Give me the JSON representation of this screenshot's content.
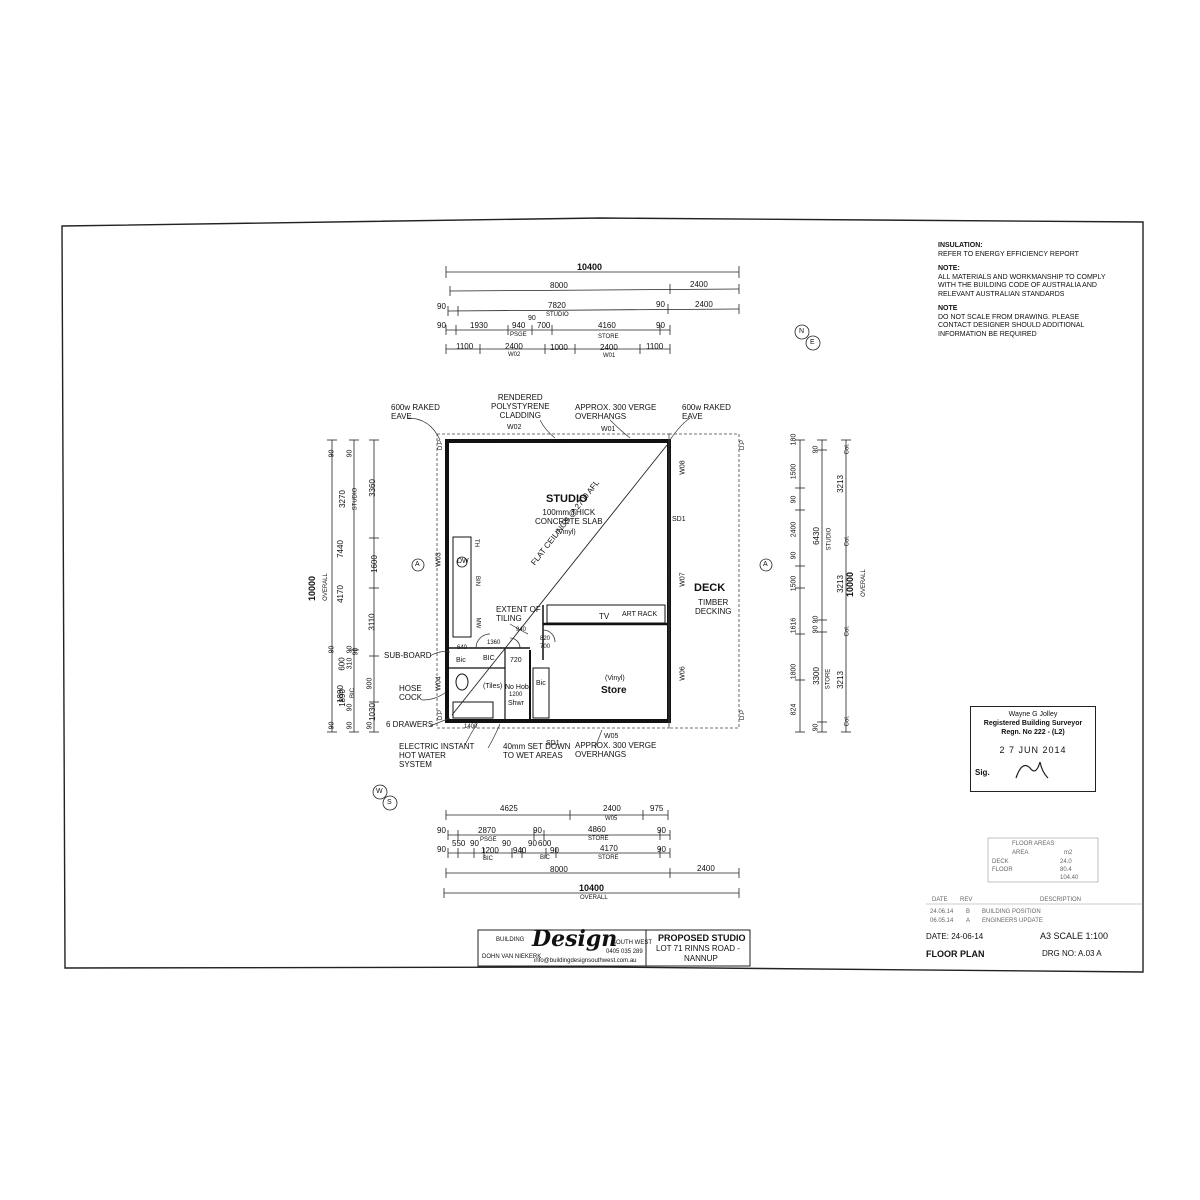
{
  "notes": {
    "insulation_heading": "INSULATION:",
    "insulation_text": "REFER TO ENERGY EFFICIENCY REPORT",
    "note1_heading": "NOTE:",
    "note1_text": "ALL MATERIALS AND WORKMANSHIP TO COMPLY WITH THE BUILDING CODE OF AUSTRALIA AND RELEVANT AUSTRALIAN STANDARDS",
    "note2_heading": "NOTE",
    "note2_text": "DO NOT SCALE FROM DRAWING. PLEASE CONTACT DESIGNER SHOULD ADDITIONAL INFORMATION BE REQUIRED"
  },
  "top_dims": {
    "overall": "10400",
    "row1": [
      "8000",
      "2400"
    ],
    "row2": [
      "90",
      "7820",
      "90",
      "2400"
    ],
    "row2_sub": "STUDIO",
    "row3": [
      "90",
      "1930",
      "90",
      "940",
      "700",
      "4160",
      "90"
    ],
    "row3_sub": [
      "PSGE",
      "STORE"
    ],
    "row4": [
      "1100",
      "2400",
      "1000",
      "2400",
      "1100"
    ],
    "row4_sub": [
      "W02",
      "W01"
    ]
  },
  "bottom_dims": {
    "row1": [
      "4625",
      "2400",
      "975"
    ],
    "row1_sub": "W05",
    "row2": [
      "90",
      "2870",
      "90",
      "4860",
      "90"
    ],
    "row2_sub": [
      "PSGE",
      "STORE"
    ],
    "row3": [
      "90",
      "550",
      "90",
      "1200",
      "90",
      "940",
      "90",
      "600",
      "90",
      "4170",
      "90"
    ],
    "row3_sub": [
      "BIC",
      "BIC",
      "STORE"
    ],
    "row4": [
      "8000",
      "2400"
    ],
    "overall": "10400",
    "overall_sub": "OVERALL"
  },
  "left_dims": {
    "overall": "10000",
    "overall_sub": "OVERALL",
    "col2": [
      "7440",
      "4170",
      "1890"
    ],
    "col3": [
      "3270",
      "1600",
      "600",
      "1890",
      "1030"
    ],
    "col3_sub": [
      "STUDIO",
      "BIC"
    ],
    "col4": [
      "3360",
      "3110"
    ],
    "small": [
      "90",
      "90",
      "90",
      "90",
      "90",
      "90",
      "310",
      "90",
      "90",
      "90",
      "900"
    ]
  },
  "right_dims": {
    "overall": "10000",
    "overall_sub": "OVERALL",
    "col1": [
      "180",
      "1500",
      "90",
      "2400",
      "90",
      "1500",
      "1616",
      "1800",
      "824"
    ],
    "col2": [
      "90",
      "90",
      "6430",
      "90",
      "90",
      "3300"
    ],
    "col2_sub": [
      "STUDIO",
      "STORE"
    ],
    "col3": [
      "3213",
      "3213",
      "3213"
    ],
    "col4": [
      "Col.",
      "Col.",
      "Col.",
      "Col."
    ]
  },
  "labels": {
    "eave_left": "600w RAKED\nEAVE",
    "eave_right": "600w RAKED\nEAVE",
    "cladding": "RENDERED\nPOLYSTYRENE\nCLADDING",
    "verge_top": "APPROX. 300 VERGE\nOVERHANGS",
    "verge_bottom": "APPROX. 300 VERGE\nOVERHANGS",
    "sub_board": "SUB-BOARD",
    "hose_cock": "HOSE\nCOCK",
    "drawers": "6 DRAWERS",
    "hot_water": "ELECTRIC INSTANT\nHOT WATER\nSYSTEM",
    "set_down": "40mm SET DOWN\nTO WET AREAS",
    "studio_title": "STUDIO",
    "studio_slab": "100mm THICK\nCONCRETE SLAB",
    "studio_vinyl": "(Vinyl)",
    "ceiling": "FLAT CEILINGS @ 2700 AFL",
    "tiling": "EXTENT OF\nTILING",
    "tv": "TV",
    "art_rack": "ART RACK",
    "store_vinyl": "(Vinyl)",
    "store_title": "Store",
    "deck_title": "DECK",
    "deck_sub": "TIMBER\nDECKING",
    "tiles": "(Tiles)",
    "no_hob": "No Hob",
    "shwr": "Shwr",
    "dim_1200": "1200",
    "dim_1400": "1400",
    "dim_940": "940",
    "dim_820": "820",
    "dim_700": "700",
    "dim_1360": "1360",
    "dim_720": "720",
    "dim_640": "640",
    "bic1": "Bic",
    "bic2": "BIC",
    "bic3": "Bic",
    "dw": "DW",
    "bin": "BIN",
    "th": "TH",
    "mw": "MW",
    "w01": "W01",
    "w02": "W02",
    "w03": "W03",
    "w04": "W04",
    "w05": "W05",
    "w06": "W06",
    "w07": "W07",
    "w08": "W08",
    "sd1a": "SD1",
    "sd1b": "SD1",
    "section_a": "A",
    "dp": "D.P",
    "compass_ne_n": "N",
    "compass_ne_e": "E",
    "compass_ws_w": "W",
    "compass_ws_s": "S"
  },
  "title_block": {
    "building": "BUILDING",
    "brand": "Design",
    "south_west": "SOUTH WEST",
    "designer": "DOHN VAN NIEKERK",
    "phone": "0405 035 289",
    "email": "info@buildingdesignsouthwest.com.au",
    "project": "PROPOSED STUDIO",
    "address": "LOT 71 RINNS ROAD -",
    "town": "NANNUP"
  },
  "stamp": {
    "name": "Wayne G Jolley",
    "title": "Registered Building Surveyor",
    "reg": "Regn. No 222 - (L2)",
    "date": "2 7 JUN 2014",
    "sig_label": "Sig."
  },
  "floor_areas": {
    "title": "FLOOR AREAS",
    "header": [
      "AREA",
      "m2"
    ],
    "rows": [
      [
        "DECK",
        "24.0"
      ],
      [
        "FLOOR",
        "80.4"
      ],
      [
        "",
        "104.40"
      ]
    ]
  },
  "revisions": {
    "header": [
      "DATE",
      "REV",
      "DESCRIPTION"
    ],
    "rows": [
      [
        "24.06.14",
        "B",
        "BUILDING POSITION"
      ],
      [
        "06.05.14",
        "A",
        "ENGINEERS UPDATE"
      ]
    ]
  },
  "drawing": {
    "date": "DATE: 24-06-14",
    "sheet_scale": "A3 SCALE 1:100",
    "title": "FLOOR PLAN",
    "drg_no": "DRG NO: A.03  A"
  }
}
